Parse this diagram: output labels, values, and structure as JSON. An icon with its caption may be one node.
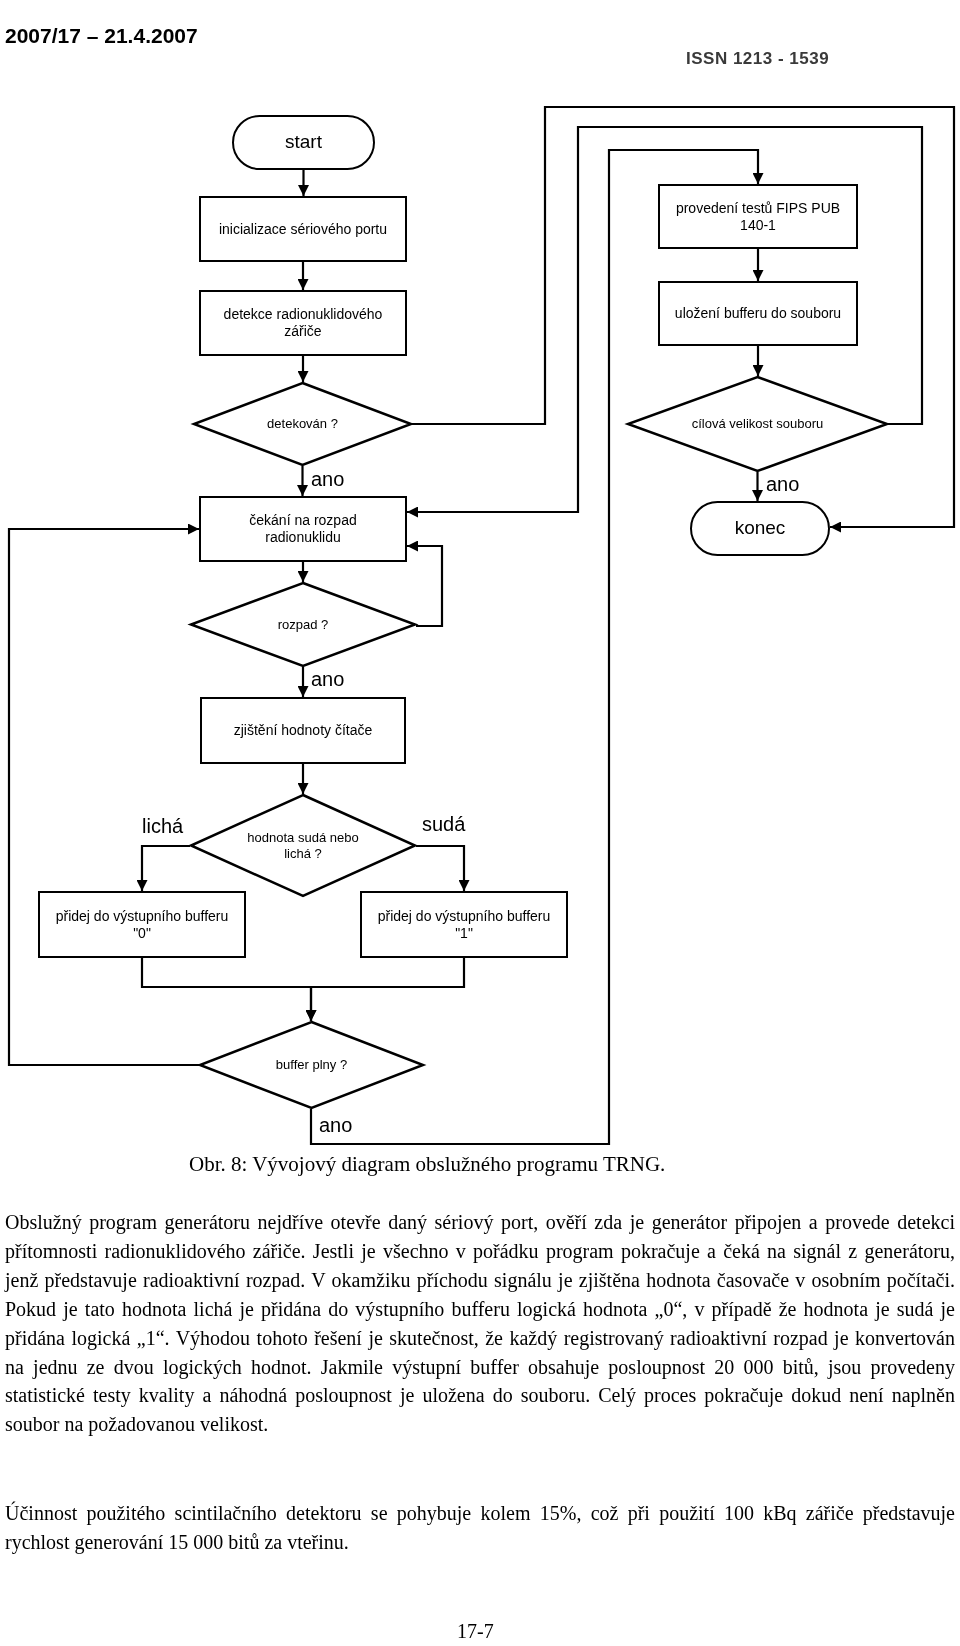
{
  "diagram": {
    "caption": "Obr. 8:  Vývojový diagram obslužného programu TRNG.",
    "nodes": [
      {
        "text": [
          "start"
        ]
      },
      {
        "text": [
          "inicializace sériového portu"
        ]
      },
      {
        "text": [
          "detekce radionuklidového zářiče"
        ]
      },
      {
        "text": [
          "detekován  ?"
        ]
      },
      {
        "text": [
          "čekání na rozpad radionuklidu"
        ]
      },
      {
        "text": [
          "rozpad ?"
        ]
      },
      {
        "text": [
          "zjištění hodnoty čítače"
        ]
      },
      {
        "text": [
          "hodnota sudá nebo lichá ?"
        ]
      },
      {
        "text": [
          "přidej do výstupního bufferu \"0\""
        ]
      },
      {
        "text": [
          "přidej do výstupního bufferu \"1\""
        ]
      },
      {
        "text": [
          "buffer plny ?"
        ]
      },
      {
        "text": [
          "provedení testů FIPS PUB 140-1"
        ]
      },
      {
        "text": [
          "uložení bufferu do souboru"
        ]
      },
      {
        "text": [
          "cílová velikost souboru"
        ]
      },
      {
        "text": [
          "konec"
        ]
      }
    ],
    "edges": [
      {
        "from": 0,
        "to": 1,
        "arrow": "to"
      },
      {
        "from": 1,
        "to": 2,
        "arrow": "to"
      },
      {
        "from": 2,
        "to": 3,
        "arrow": "to"
      },
      {
        "from": 3,
        "to": 4,
        "arrow": "to",
        "label": "ano"
      },
      {
        "from": 3,
        "to": 14,
        "arrow": "to"
      },
      {
        "from": 4,
        "to": 5,
        "arrow": "to"
      },
      {
        "from": 5,
        "to": 4,
        "arrow": "to"
      },
      {
        "from": 5,
        "to": 6,
        "arrow": "to",
        "label": "ano"
      },
      {
        "from": 6,
        "to": 7,
        "arrow": "to"
      },
      {
        "from": 7,
        "to": 8,
        "arrow": "to",
        "label": "lichá"
      },
      {
        "from": 7,
        "to": 9,
        "arrow": "to",
        "label": "sudá"
      },
      {
        "from": 8,
        "to": 10,
        "arrow": "to"
      },
      {
        "from": 9,
        "to": 10,
        "arrow": "to"
      },
      {
        "from": 10,
        "to": 4,
        "arrow": "to"
      },
      {
        "from": 10,
        "to": 11,
        "arrow": "to",
        "label": "ano"
      },
      {
        "from": 11,
        "to": 12,
        "arrow": "to"
      },
      {
        "from": 12,
        "to": 13,
        "arrow": "to"
      },
      {
        "from": 13,
        "to": 4,
        "arrow": "to"
      },
      {
        "from": 13,
        "to": 14,
        "arrow": "to",
        "label": "ano"
      }
    ],
    "labels": [
      "2007/17 – 21.4.2007",
      "ISSN 1213 - 1539",
      "Obslužný program generátoru nejdříve otevře daný sériový port, ověří zda je generátor připojen a provede detekci přítomnosti radionuklidového zářiče. Jestli je všechno v pořádku program pokračuje a čeká na signál z generátoru, jenž představuje radioaktivní rozpad. V okamžiku příchodu signálu je zjištěna hodnota časovače v osobním počítači. Pokud je tato hodnota lichá je přidána do výstupního bufferu logická hodnota „0“, v případě že hodnota je sudá je přidána logická „1“. Výhodou tohoto řešení je skutečnost, že každý registrovaný radioaktivní rozpad je konvertován na jednu ze dvou logických hodnot. Jakmile výstupní buffer obsahuje posloupnost 20 000 bitů, jsou provedeny statistické testy kvality a náhodná posloupnost je uložena do souboru. Celý proces pokračuje dokud není naplněn soubor na požadovanou velikost.",
      "Účinnost použitého scintilačního detektoru se pohybuje kolem 15%, což při použití 100 kBq zářiče představuje rychlost generování 15 000 bitů za vteřinu.",
      "17-7"
    ]
  }
}
